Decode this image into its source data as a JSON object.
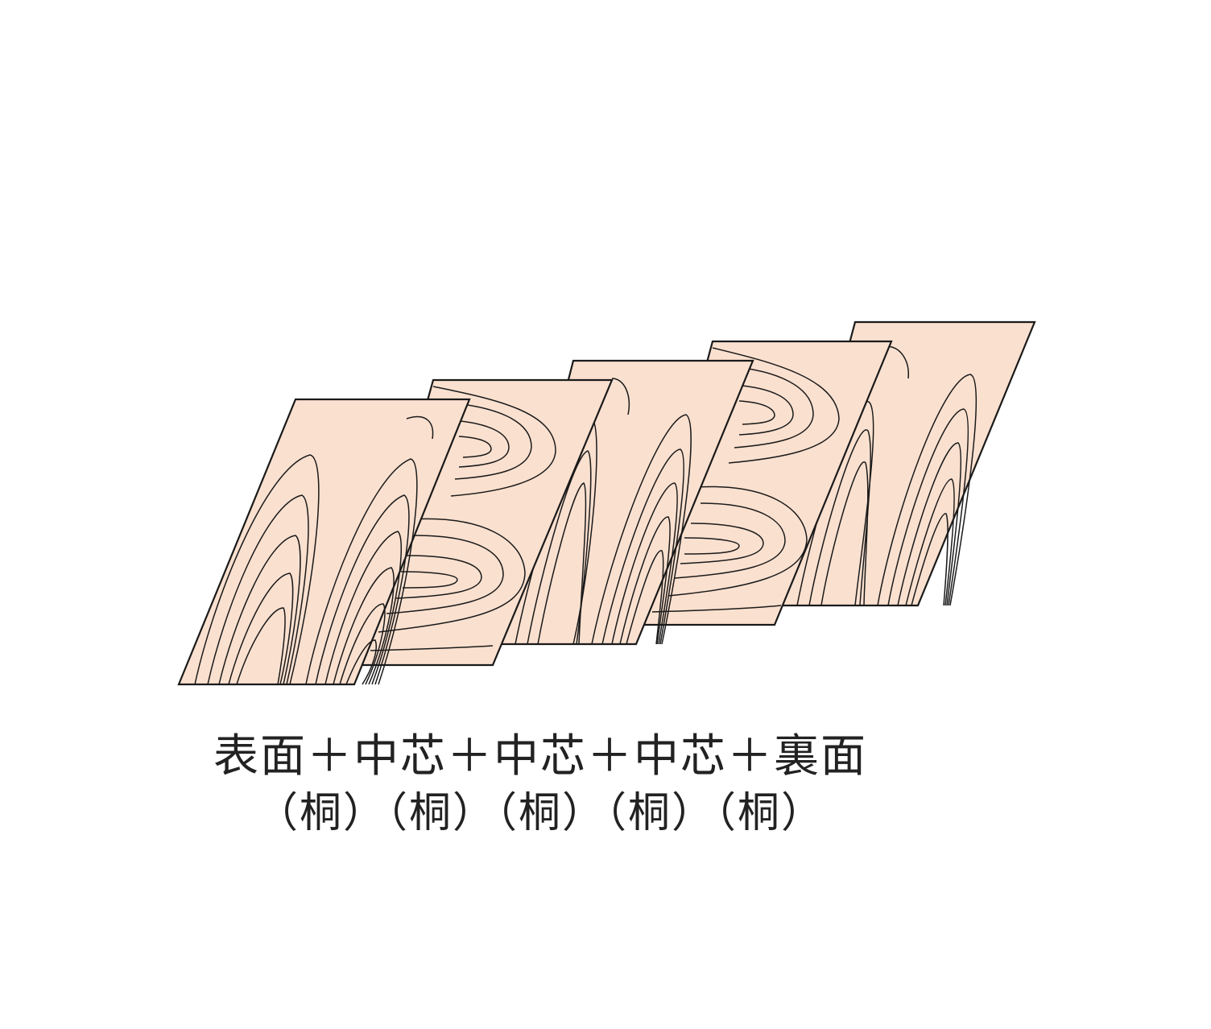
{
  "caption": {
    "line1": "表面＋中芯＋中芯＋中芯＋裏面",
    "line2": "（桐）（桐）（桐）（桐）（桐）"
  },
  "layers": [
    {
      "name": "表面",
      "material": "桐",
      "grain": "face"
    },
    {
      "name": "中芯",
      "material": "桐",
      "grain": "cross"
    },
    {
      "name": "中芯",
      "material": "桐",
      "grain": "face"
    },
    {
      "name": "中芯",
      "material": "桐",
      "grain": "cross"
    },
    {
      "name": "裏面",
      "material": "桐",
      "grain": "face"
    }
  ],
  "colors": {
    "veneer_fill": "#fae0cf",
    "outline": "#1a1a1a",
    "text": "#222222"
  }
}
